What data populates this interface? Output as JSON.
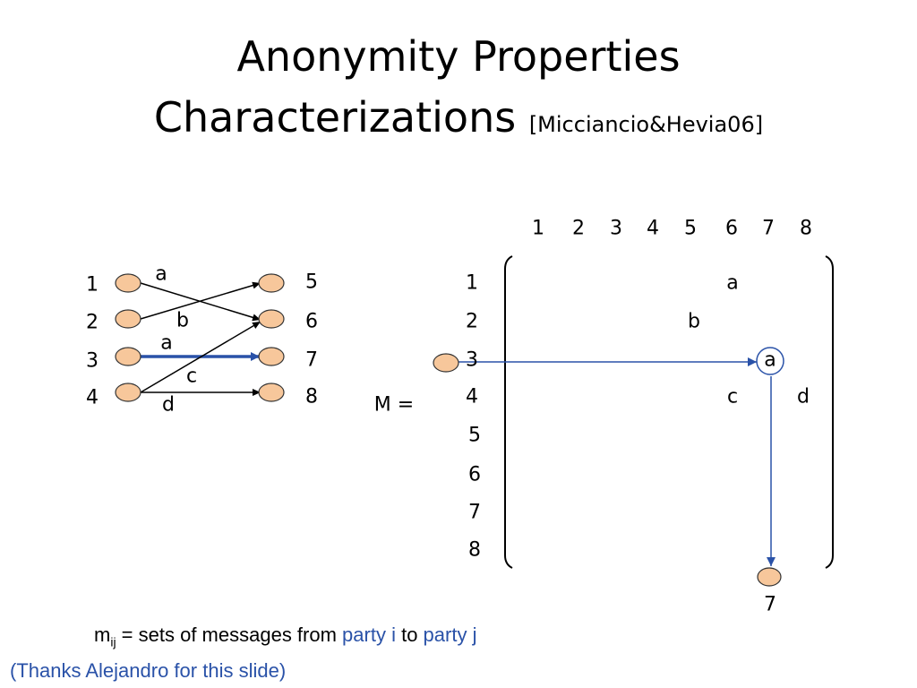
{
  "title": {
    "line1": "Anonymity Properties",
    "line2": "Characterizations",
    "citation": "[Micciancio&Hevia06]"
  },
  "left_graph": {
    "senders": [
      "1",
      "2",
      "3",
      "4"
    ],
    "receivers": [
      "5",
      "6",
      "7",
      "8"
    ],
    "edge_labels": [
      "a",
      "b",
      "a",
      "c",
      "d"
    ]
  },
  "matrix": {
    "label": "M =",
    "col_headers": [
      "1",
      "2",
      "3",
      "4",
      "5",
      "6",
      "7",
      "8"
    ],
    "row_headers": [
      "1",
      "2",
      "3",
      "4",
      "5",
      "6",
      "7",
      "8"
    ],
    "cells": [
      {
        "row": 1,
        "col": 6,
        "value": "a"
      },
      {
        "row": 2,
        "col": 5,
        "value": "b"
      },
      {
        "row": 3,
        "col": 7,
        "value": "a"
      },
      {
        "row": 4,
        "col": 6,
        "value": "c"
      },
      {
        "row": 4,
        "col": 8,
        "value": "d"
      }
    ],
    "bottom_label": "7"
  },
  "caption": {
    "m": "m",
    "sub": "ij",
    "text1": " = sets of messages from ",
    "party_i": "party i",
    "text2": " to ",
    "party_j": "party j"
  },
  "thanks": "(Thanks Alejandro for this slide)",
  "colors": {
    "node_fill": "#f7c79b",
    "node_stroke": "#333333",
    "arrow_blue": "#2a52a8",
    "link_blue": "#2a52a8"
  }
}
